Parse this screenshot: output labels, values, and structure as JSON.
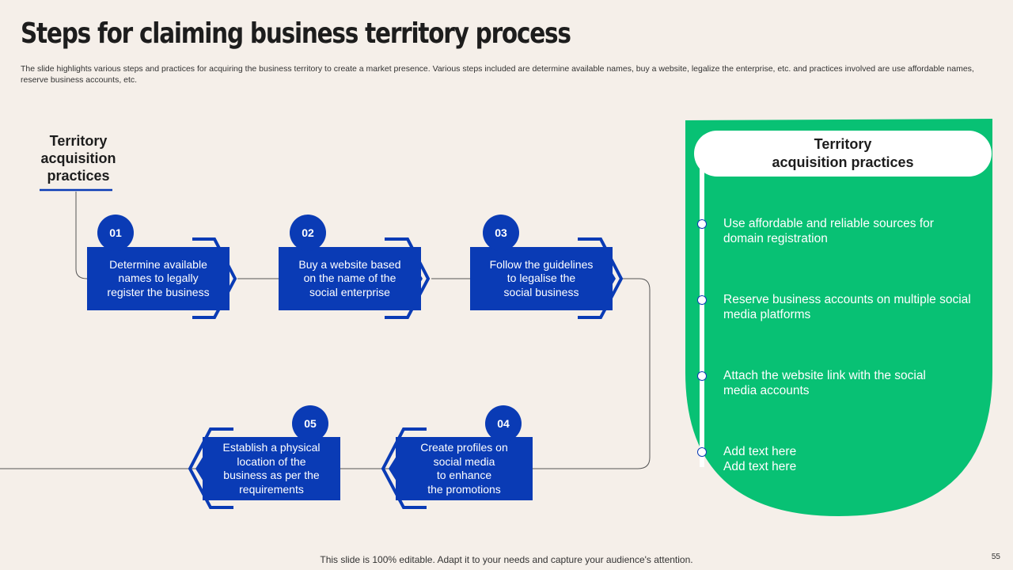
{
  "slide": {
    "title": "Steps for claiming business territory process",
    "subtitle": "The slide highlights various steps and practices for acquiring the business territory to create a market presence. Various steps included are determine available names, buy a website, legalize the enterprise, etc. and practices involved are use affordable names, reserve business accounts, etc.",
    "left_heading": "Territory\nacquisition\npractices",
    "footer": "This slide is 100% editable. Adapt it to your needs and capture your audience's attention.",
    "page_number": "55"
  },
  "colors": {
    "background": "#f5efe9",
    "step_blue": "#0a3bb5",
    "panel_green": "#08c174"
  },
  "steps": [
    {
      "number": "01",
      "text": "Determine available\nnames to legally\nregister the business",
      "direction": "right"
    },
    {
      "number": "02",
      "text": "Buy a website based\non the name of the\nsocial enterprise",
      "direction": "right"
    },
    {
      "number": "03",
      "text": "Follow the guidelines\nto legalise the\nsocial business",
      "direction": "right"
    },
    {
      "number": "04",
      "text": "Create profiles on\nsocial media\nto enhance\nthe promotions",
      "direction": "left"
    },
    {
      "number": "05",
      "text": "Establish a physical\nlocation of the\nbusiness as per the\nrequirements",
      "direction": "left"
    }
  ],
  "practices_panel": {
    "header": "Territory\nacquisition practices",
    "items": [
      "Use affordable and reliable sources for\ndomain registration",
      "Reserve business accounts on multiple social\nmedia platforms",
      "Attach the website link with the social\nmedia accounts",
      "Add text here\nAdd text here"
    ]
  }
}
